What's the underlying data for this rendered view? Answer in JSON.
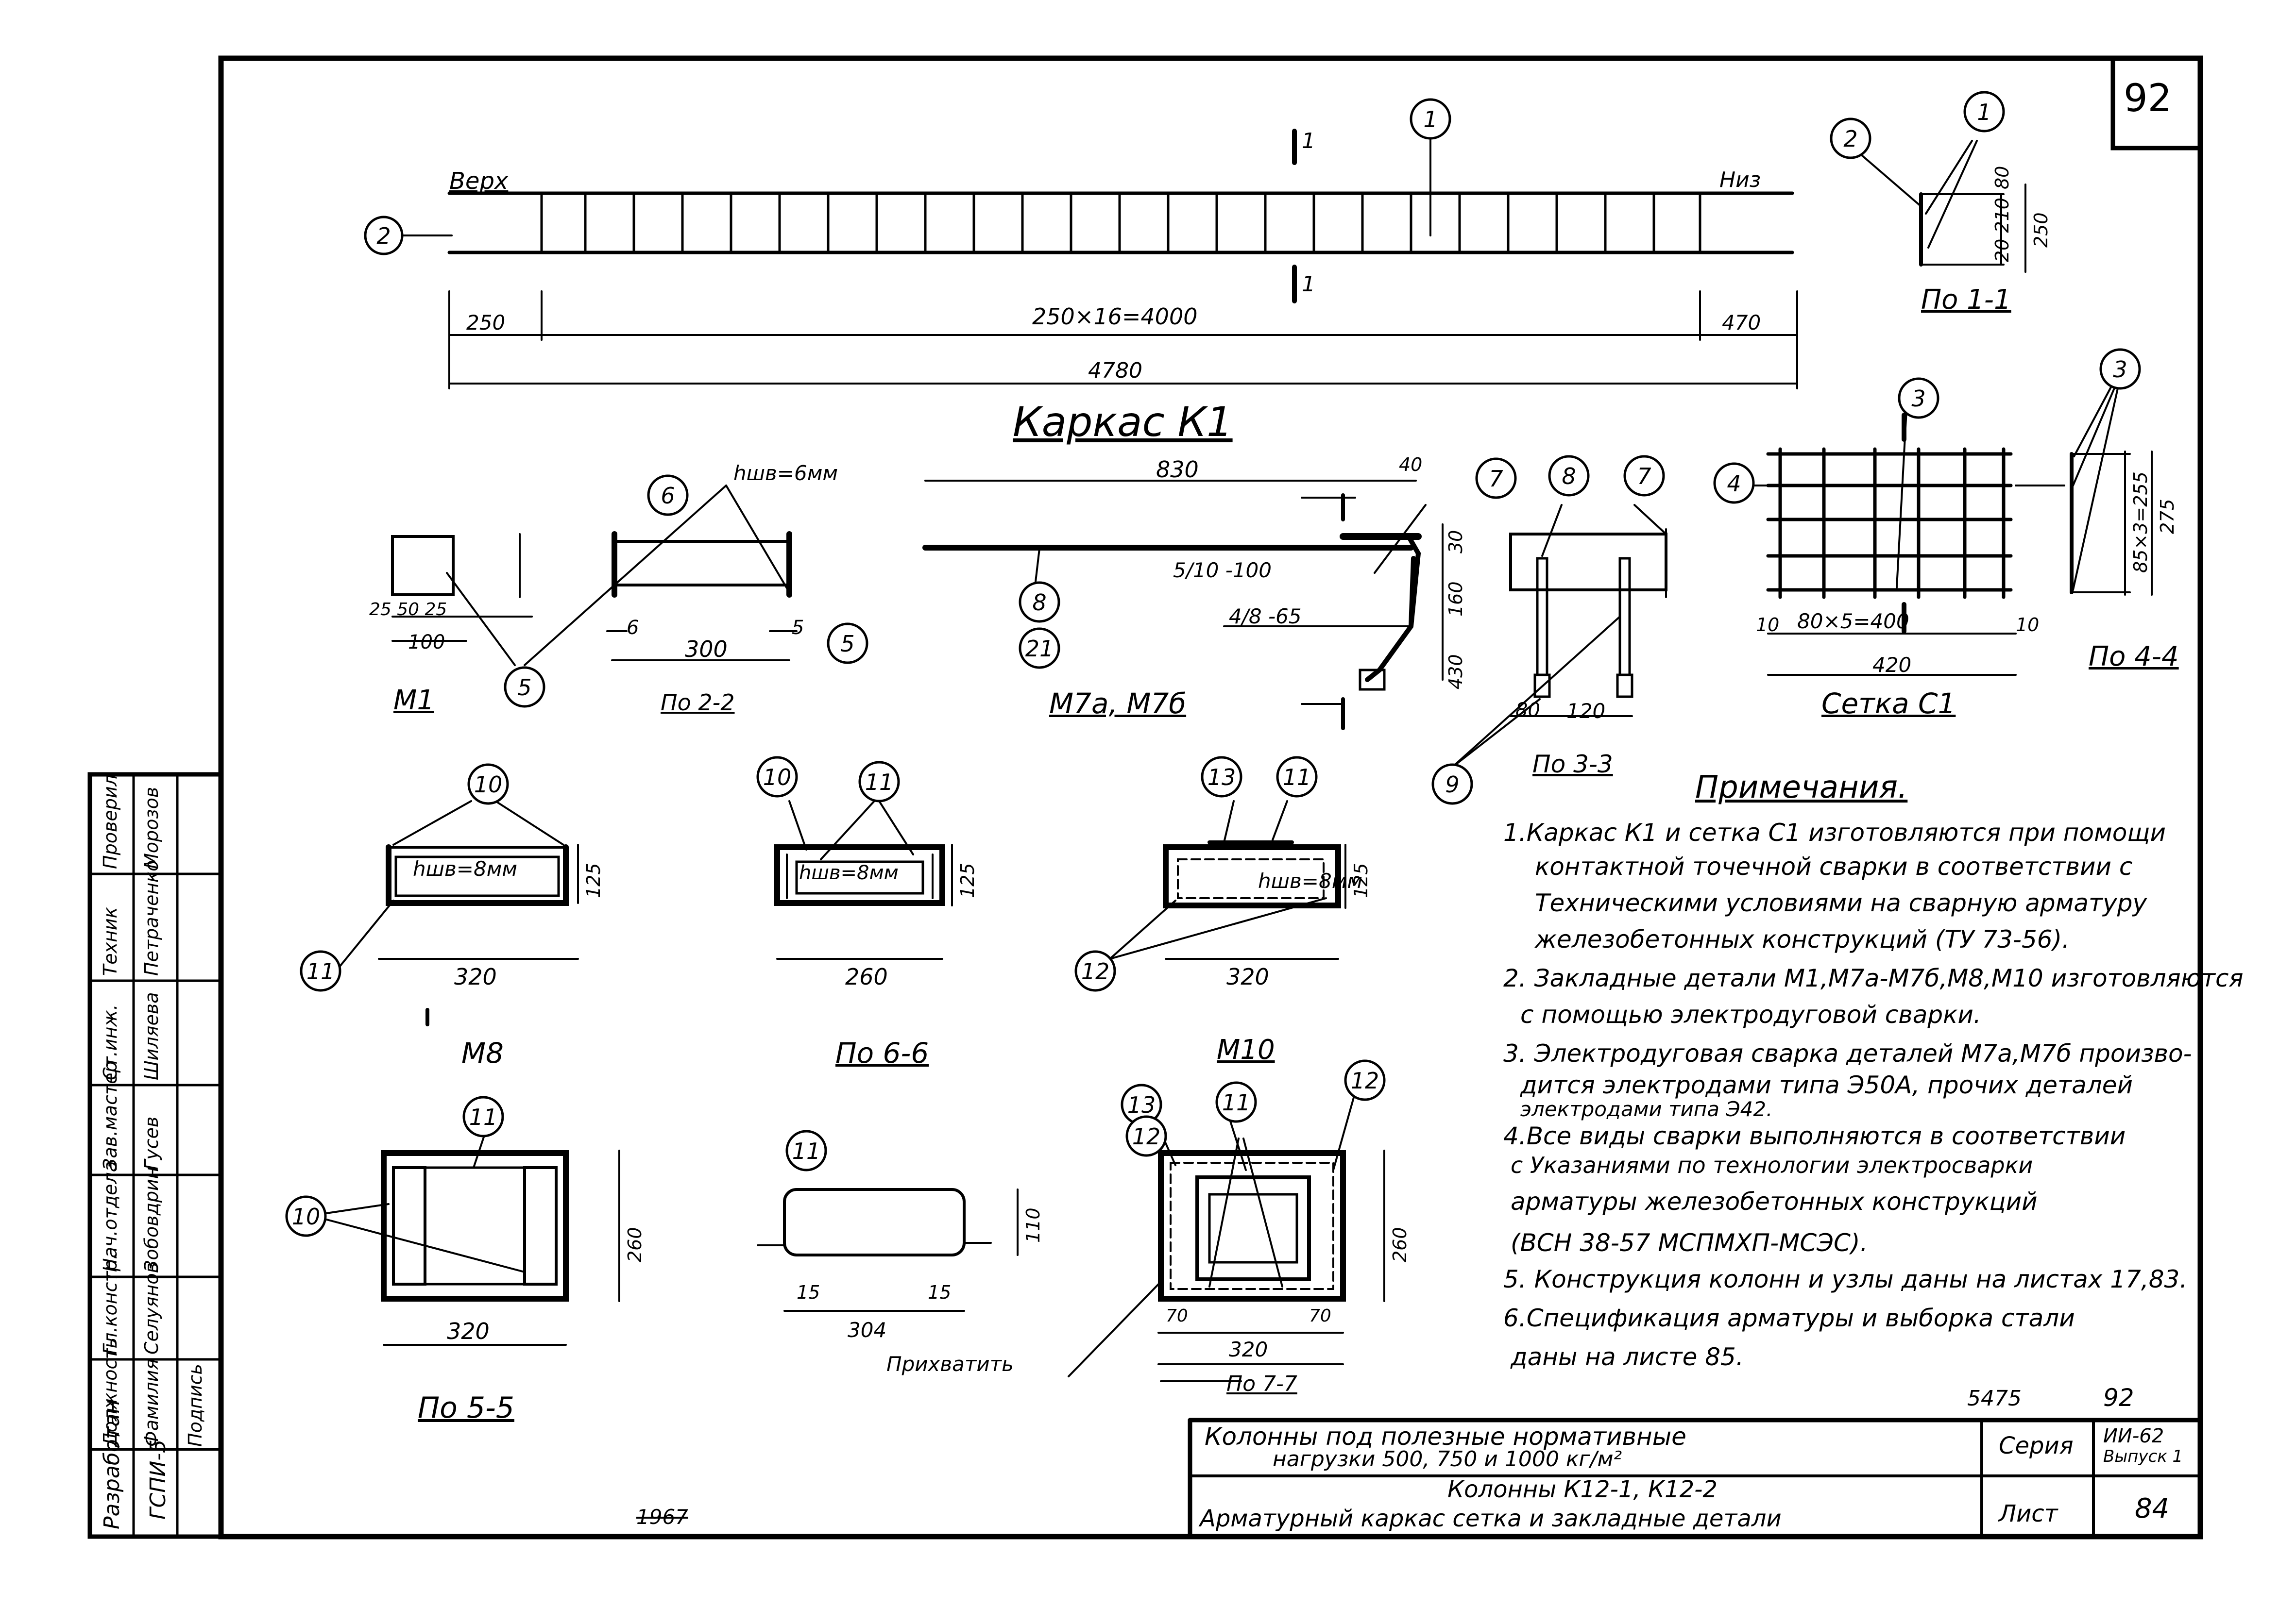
{
  "sheet_number": "92",
  "frame_title": "Каркас К1",
  "labels": {
    "top": "Верх",
    "bottom": "Низ",
    "section_1": "1",
    "dim_250": "250",
    "dim_main": "250×16=4000",
    "dim_470": "470",
    "dim_total": "4780",
    "po_1_1": "По 1-1",
    "dim_80": "80",
    "dim_20_210": "20 210",
    "dim_250_v": "250",
    "m1": "М1",
    "po_2_2": "По 2-2",
    "hwb_6": "hшв=6мм",
    "dim_300": "300",
    "dim_100": "100",
    "dim_25_50_25": "25 50 25",
    "dim_6": "6",
    "dim_5": "5",
    "m7": "М7а, М7б",
    "dim_830": "830",
    "dim_40": "40",
    "rebar_5_10_100": "5/10 -100",
    "rebar_4_8_65": "4/8 -65",
    "dim_30": "30",
    "dim_160": "160",
    "dim_430": "430",
    "po_3_3": "По 3-3",
    "dim_80b": "80",
    "dim_120": "120",
    "setka_c1": "Сетка С1",
    "dim_80x5": "80×5=400",
    "dim_10": "10",
    "dim_420": "420",
    "po_4_4": "По 4-4",
    "dim_85x3": "85×3=255",
    "dim_275": "275",
    "m8": "М8",
    "hwb_8": "hшв=8мм",
    "dim_320": "320",
    "dim_125": "125",
    "po_6_6": "По 6-6",
    "dim_260": "260",
    "m10": "М10",
    "po_5_5": "По 5-5",
    "dim_260v": "260",
    "dim_304": "304",
    "dim_15": "15",
    "dim_110": "110",
    "prihvatit": "Прихватить",
    "po_7_7": "По 7-7",
    "dim_70": "70",
    "year": "1967"
  },
  "notes": {
    "title": "Примечания.",
    "lines": [
      "1.Каркас К1 и сетка С1 изготовляются при помощи",
      "контактной точечной сварки в соответствии с",
      "Техническими условиями на сварную арматуру",
      "железобетонных конструкций (ТУ 73-56).",
      "2. Закладные детали М1,М7а-М7б,М8,М10 изготовляются",
      "с помощью электродуговой сварки.",
      "3. Электродуговая сварка деталей М7а,М7б произво-",
      "дится электродами типа Э50А, прочих деталей",
      "электродами типа Э42.",
      "4.Все виды сварки выполняются в соответствии",
      "с Указаниями по технологии электросварки",
      "арматуры железобетонных конструкций",
      "(ВСН 38-57 МСПМХП-МСЭС).",
      "5. Конструкция колонн и узлы даны на листах 17,83.",
      "6.Спецификация арматуры и выборка стали",
      "даны на листе 85."
    ]
  },
  "stamp": {
    "project_no": "5475",
    "sheet_ref": "92",
    "title_line1": "Колонны под полезные нормативные",
    "title_line2": "нагрузки 500, 750 и 1000 кг/м²",
    "title_line3": "Колонны К12-1, К12-2",
    "title_line4": "Арматурный каркас сетка и закладные детали",
    "series_label": "Серия",
    "series_value": "ИИ-62",
    "issue_value": "Выпуск 1",
    "sheet_label": "Лист",
    "sheet_value": "84"
  },
  "side_block": {
    "org": "ГСПИ-5",
    "developed": "Разработан",
    "heads": [
      "Должность",
      "Фамилия",
      "Подпись"
    ],
    "rows_left": [
      [
        "Гл.констр.",
        "Селуянов"
      ],
      [
        "Нач.отдела",
        "Зобовдрин"
      ],
      [
        "Зав.мастер",
        "Гусев"
      ]
    ],
    "rows_right": [
      [
        "Ст.инж.",
        "Шиляева"
      ],
      [
        "Техник",
        "Петраченко"
      ],
      [
        "Проверил",
        "Морозов"
      ]
    ]
  }
}
